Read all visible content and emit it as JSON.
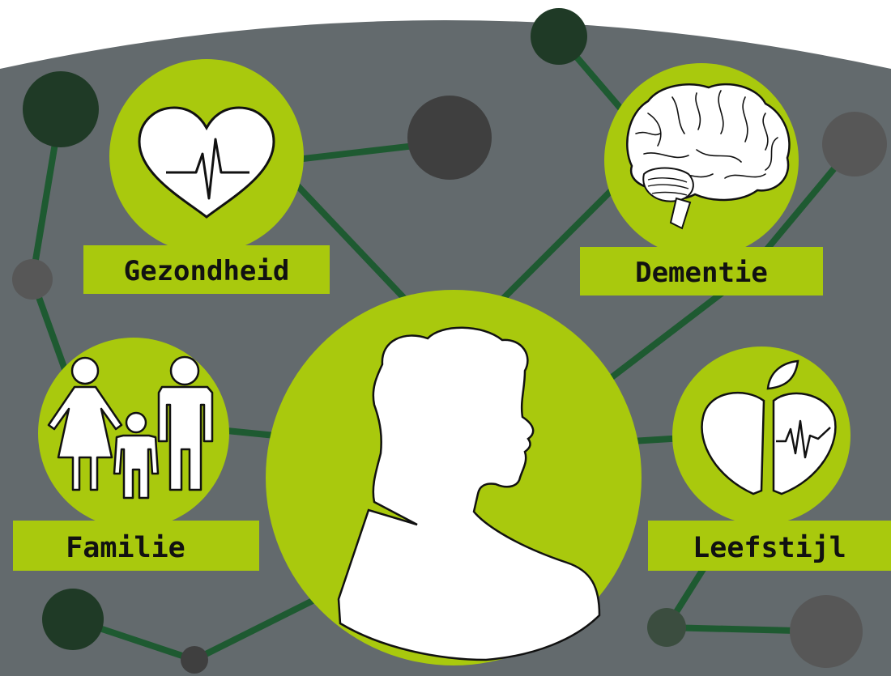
{
  "colors": {
    "background": "#636a6d",
    "accent": "#a9c90d",
    "connector": "#1e5a31",
    "node_dark": "#1f3a26",
    "node_gray": "#3f3f3f",
    "node_light_gray": "#575757",
    "icon_fill": "#ffffff",
    "label_text": "#111111"
  },
  "center": {
    "icon": "person-head-silhouette-icon"
  },
  "topics": [
    {
      "id": "gezondheid",
      "label": "Gezondheid",
      "icon": "heart-pulse-icon"
    },
    {
      "id": "dementie",
      "label": "Dementie",
      "icon": "brain-icon"
    },
    {
      "id": "familie",
      "label": "Familie",
      "icon": "family-icon"
    },
    {
      "id": "leefstijl",
      "label": "Leefstijl",
      "icon": "apple-heart-pulse-icon"
    }
  ]
}
